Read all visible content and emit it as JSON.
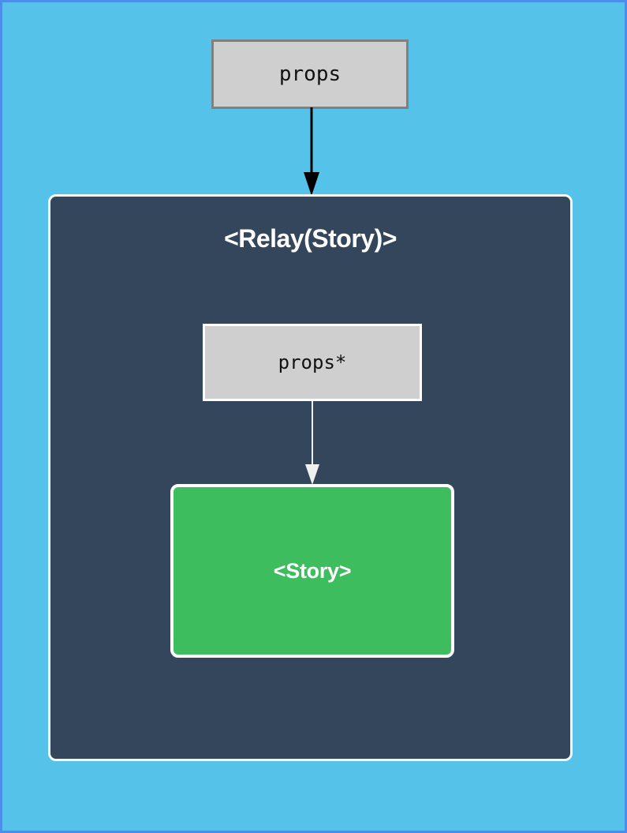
{
  "diagram": {
    "type": "component-hierarchy-diagram",
    "background_color": "#55c3e9",
    "border_color": "#4a8ee8",
    "nodes": {
      "outer_props": {
        "label": "props",
        "kind": "data-box",
        "fill": "#cfcfcf",
        "stroke": "#808080"
      },
      "relay_container": {
        "label": "<Relay(Story)>",
        "kind": "container-panel",
        "fill": "#34465b",
        "stroke": "#f7f7f7"
      },
      "inner_props": {
        "label": "props*",
        "kind": "data-box",
        "fill": "#cfcfcf",
        "stroke": "#ffffff"
      },
      "story_component": {
        "label": "<Story>",
        "kind": "component-box",
        "fill": "#3ebd5f",
        "stroke": "#ffffff"
      }
    },
    "edges": [
      {
        "name": "props-to-relay",
        "from": "outer_props",
        "to": "relay_container",
        "color": "#000000",
        "direction": "down"
      },
      {
        "name": "inner-props-to-story",
        "from": "inner_props",
        "to": "story_component",
        "color": "#f0f0f0",
        "direction": "down"
      }
    ]
  }
}
